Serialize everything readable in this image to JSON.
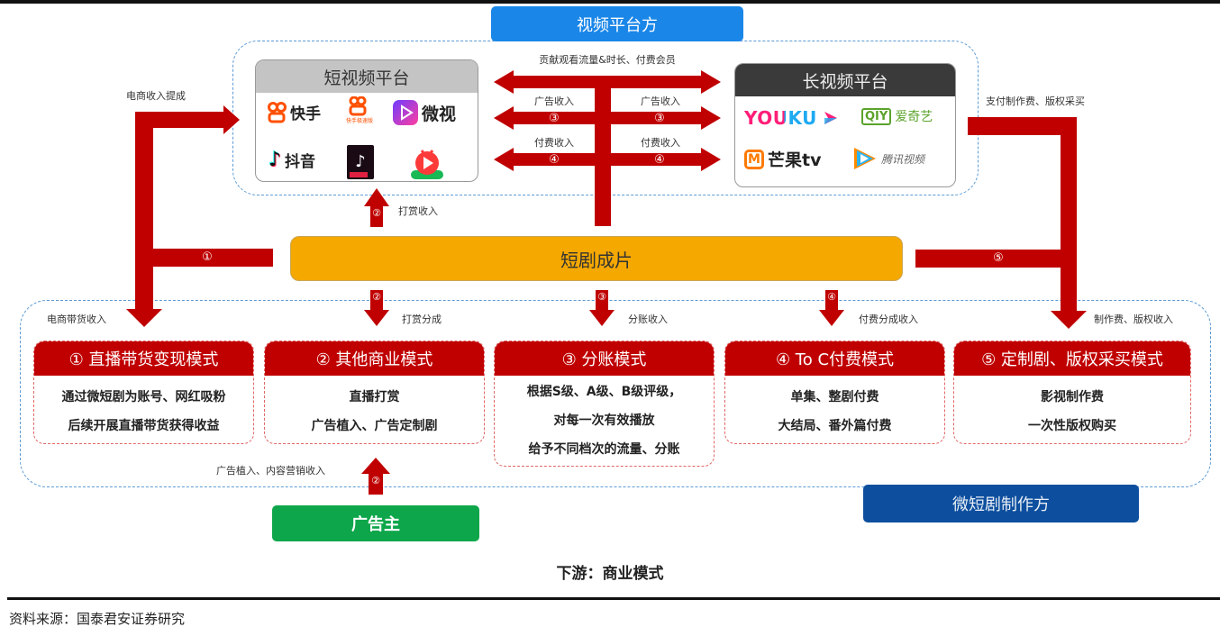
{
  "header": {
    "platform_side": "视频平台方",
    "producer_side": "微短剧制作方",
    "advertiser": "广告主",
    "center_product": "短剧成片"
  },
  "short_video_platform": {
    "title": "短视频平台",
    "logos": [
      {
        "name": "快手",
        "icon": "kuaishou-logo-icon"
      },
      {
        "name": "快手极速版",
        "icon": "kuaishou-lite-logo-icon"
      },
      {
        "name": "微视",
        "icon": "weishi-logo-icon"
      },
      {
        "name": "抖音",
        "icon": "douyin-logo-icon"
      },
      {
        "name": "抖音极速版",
        "icon": "douyin-lite-logo-icon"
      },
      {
        "name": "西瓜视频",
        "icon": "xigua-logo-icon"
      }
    ]
  },
  "long_video_platform": {
    "title": "长视频平台",
    "logos": [
      {
        "name": "YOUKU",
        "icon": "youku-logo-icon"
      },
      {
        "name": "爱奇艺",
        "badge": "QIY",
        "icon": "iqiyi-logo-icon"
      },
      {
        "name": "芒果tv",
        "icon": "mango-tv-logo-icon"
      },
      {
        "name": "腾讯视频",
        "icon": "tencent-video-logo-icon"
      }
    ]
  },
  "flows": {
    "top_arrow_label": "贡献观看流量&时长、付费会员",
    "ad_income_left": "广告收入",
    "ad_income_right": "广告收入",
    "pay_income_left": "付费收入",
    "pay_income_right": "付费收入",
    "num3_left": "③",
    "num3_right": "③",
    "num4_left": "④",
    "num4_right": "④",
    "ecommerce_commission": "电商收入提成",
    "ecommerce_sales_income": "电商带货收入",
    "tip_income": "打赏收入",
    "tip_share": "打赏分成",
    "split_income": "分账收入",
    "pay_share_income": "付费分成收入",
    "pay_production_fee": "支付制作费、版权采买",
    "production_copyright_income": "制作费、版权收入",
    "ad_content_marketing_income": "广告植入、内容营销收入",
    "num1": "①",
    "num2_up": "②",
    "num2_down": "②",
    "num2_adv": "②",
    "num3_down": "③",
    "num4_down": "④",
    "num5": "⑤"
  },
  "models": [
    {
      "title": "① 直播带货变现模式",
      "lines": [
        "通过微短剧为账号、网红吸粉",
        "后续开展直播带货获得收益"
      ]
    },
    {
      "title": "② 其他商业模式",
      "lines": [
        "直播打赏",
        "广告植入、广告定制剧"
      ]
    },
    {
      "title": "③ 分账模式",
      "lines": [
        "根据S级、A级、B级评级，",
        "对每一次有效播放",
        "给予不同档次的流量、分账"
      ]
    },
    {
      "title": "④ To C付费模式",
      "lines": [
        "单集、整剧付费",
        "大结局、番外篇付费"
      ]
    },
    {
      "title": "⑤ 定制剧、版权采买模式",
      "lines": [
        "影视制作费",
        "一次性版权购买"
      ]
    }
  ],
  "caption": "下游：商业模式",
  "source": "资料来源：国泰君安证券研究",
  "colors": {
    "arrow_red": "#c00000",
    "platform_blue": "#1a86e8",
    "producer_blue": "#0d4f9e",
    "advertiser_green": "#0ea64a",
    "product_orange": "#f5a800",
    "dashed_border": "#5b9bd5"
  }
}
